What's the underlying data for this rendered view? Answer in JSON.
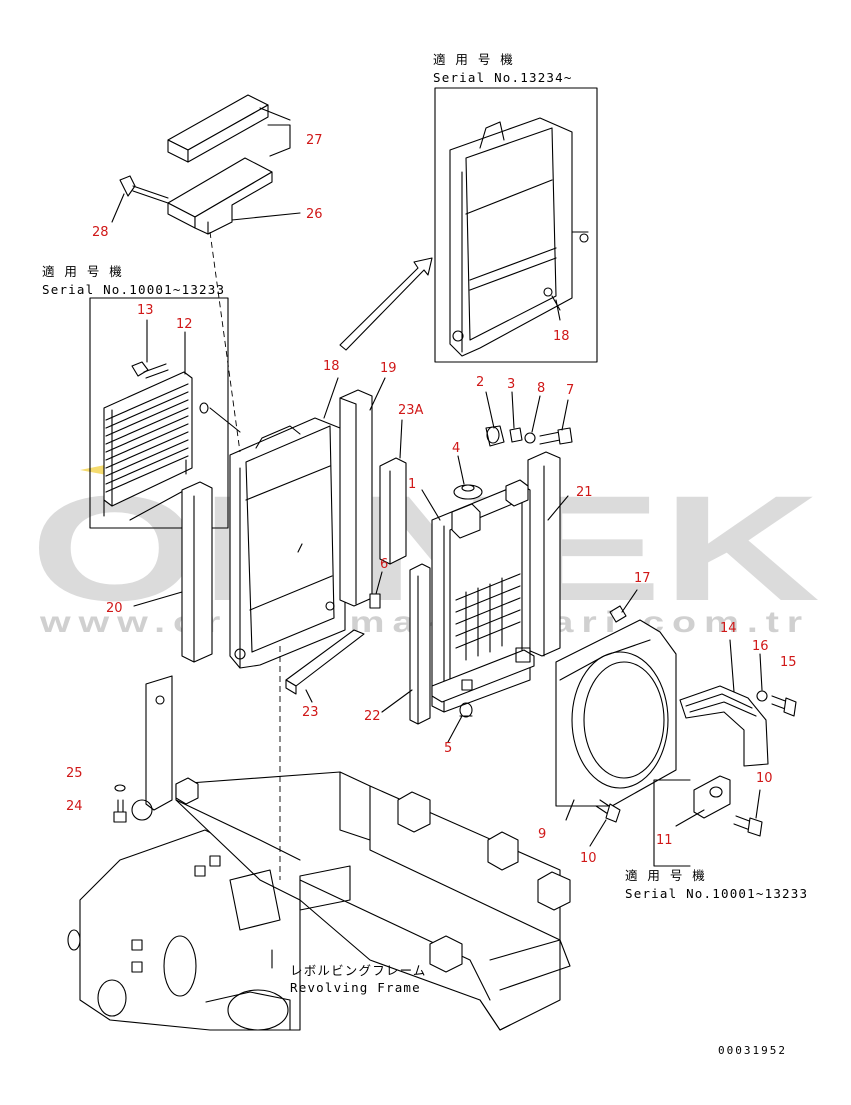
{
  "notes": {
    "top_applicable": "適 用 号 機",
    "top_serial": "Serial No.13234~",
    "left_applicable": "適 用 号 機",
    "left_serial": "Serial No.10001~13233",
    "right_applicable": "適 用 号 機",
    "right_serial": "Serial No.10001~13233"
  },
  "frame_label": {
    "jp": "レボルビングフレーム",
    "en": "Revolving Frame"
  },
  "drawing_number": "00031952",
  "watermark": {
    "brand": "ORNEK",
    "url": "www.orneksmakinalari.com.tr"
  },
  "callouts": [
    {
      "id": "c27",
      "label": "27"
    },
    {
      "id": "c26",
      "label": "26"
    },
    {
      "id": "c28",
      "label": "28"
    },
    {
      "id": "c13",
      "label": "13"
    },
    {
      "id": "c12",
      "label": "12"
    },
    {
      "id": "c18a",
      "label": "18"
    },
    {
      "id": "c18b",
      "label": "18"
    },
    {
      "id": "c19",
      "label": "19"
    },
    {
      "id": "c23a",
      "label": "23A"
    },
    {
      "id": "c2",
      "label": "2"
    },
    {
      "id": "c3",
      "label": "3"
    },
    {
      "id": "c8",
      "label": "8"
    },
    {
      "id": "c7",
      "label": "7"
    },
    {
      "id": "c4",
      "label": "4"
    },
    {
      "id": "c1",
      "label": "1"
    },
    {
      "id": "c21",
      "label": "21"
    },
    {
      "id": "c6",
      "label": "6"
    },
    {
      "id": "c20",
      "label": "20"
    },
    {
      "id": "c17",
      "label": "17"
    },
    {
      "id": "c14",
      "label": "14"
    },
    {
      "id": "c16",
      "label": "16"
    },
    {
      "id": "c15",
      "label": "15"
    },
    {
      "id": "c23",
      "label": "23"
    },
    {
      "id": "c22",
      "label": "22"
    },
    {
      "id": "c5",
      "label": "5"
    },
    {
      "id": "c25",
      "label": "25"
    },
    {
      "id": "c24",
      "label": "24"
    },
    {
      "id": "c10a",
      "label": "10"
    },
    {
      "id": "c9",
      "label": "9"
    },
    {
      "id": "c10b",
      "label": "10"
    },
    {
      "id": "c11",
      "label": "11"
    }
  ]
}
